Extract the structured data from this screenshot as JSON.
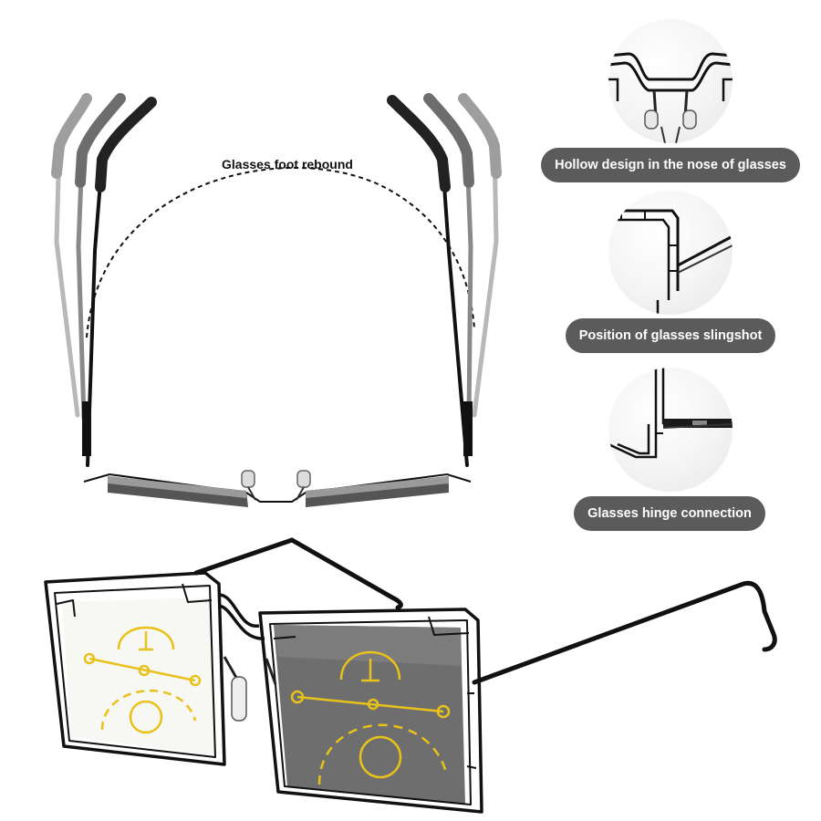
{
  "rebound_label": "Glasses foot rebound",
  "features": [
    {
      "label": "Hollow design in the nose of glasses"
    },
    {
      "label": "Position of glasses slingshot"
    },
    {
      "label": "Glasses hinge connection"
    }
  ],
  "colors": {
    "pill_background": "#5b5b5b",
    "pill_text": "#ffffff",
    "frame": "#111111",
    "progressive_zone_lines": "#e8c21a",
    "photochromic_lens_tint": "#6e6e6e"
  }
}
